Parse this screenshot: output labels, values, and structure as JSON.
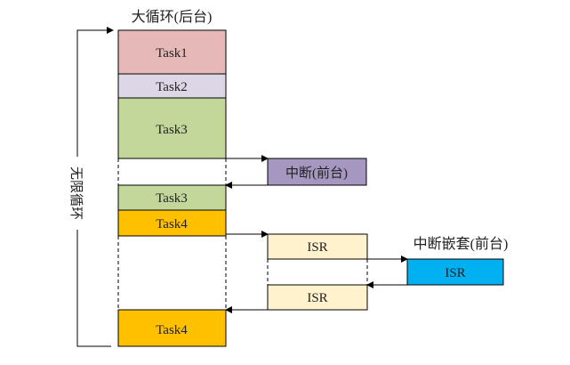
{
  "title": "大循环(后台)",
  "loop_label": "无限循环",
  "interrupt_label": "中断(前台)",
  "nested_label": "中断嵌套(前台)",
  "blocks": {
    "task1": "Task1",
    "task2": "Task2",
    "task3a": "Task3",
    "task3b": "Task3",
    "task4a": "Task4",
    "task4b": "Task4",
    "isr1": "ISR",
    "isr2": "ISR",
    "isr_nested": "ISR"
  },
  "colors": {
    "task1": "#e6b8b7",
    "task2": "#dcd6e6",
    "task3": "#c4d79b",
    "task4": "#ffc000",
    "interrupt": "#a597c0",
    "isr": "#fff2cc",
    "isr_nested": "#00b0f0"
  }
}
